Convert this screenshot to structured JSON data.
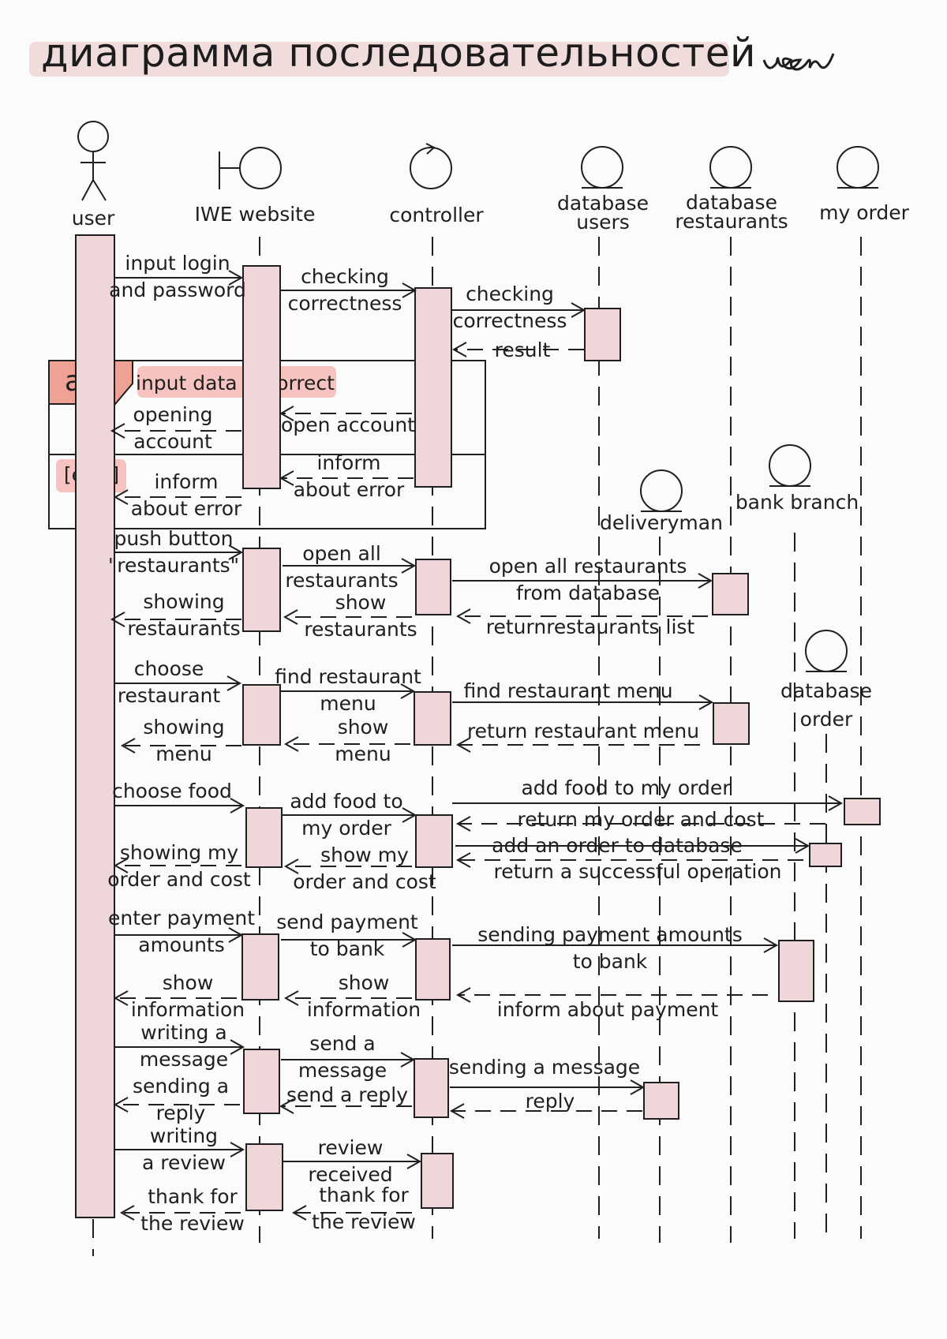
{
  "title": "диаграмма последовательностей",
  "signature": "user",
  "participants": {
    "user": "user",
    "website": "IWE website",
    "controller": "controller",
    "db_users": [
      "database",
      "users"
    ],
    "db_restaurants": [
      "database",
      "restaurants"
    ],
    "my_order": "my order",
    "deliveryman": "deliveryman",
    "bank_branch": "bank branch",
    "db_order": [
      "database",
      "order"
    ]
  },
  "fragment": {
    "operator": "alt",
    "guard": "input data is correct",
    "else_guard": "[else]"
  },
  "messages": {
    "login": [
      "input login",
      "and password"
    ],
    "check1": [
      "checking",
      "correctness"
    ],
    "check2": [
      "checking",
      "correctness"
    ],
    "result": "result",
    "open_account_ctrl": "open account",
    "opening_account": [
      "opening",
      "account"
    ],
    "inform_error_ctrl": [
      "inform",
      "about error"
    ],
    "inform_error_user": [
      "inform",
      "about error"
    ],
    "push_button": [
      "push button",
      "\"restaurants\""
    ],
    "open_all_rest": [
      "open all",
      "restaurants"
    ],
    "open_all_db": [
      "open all restaurants",
      "from database"
    ],
    "return_rest_list": "returnrestaurants list",
    "show_rest_ctrl": [
      "show",
      "restaurants"
    ],
    "showing_rest": [
      "showing",
      "restaurants"
    ],
    "choose_rest": [
      "choose",
      "restaurant"
    ],
    "find_rest_menu": [
      "find restaurant",
      "menu"
    ],
    "find_rest_menu_db": "find restaurant menu",
    "return_rest_menu": "return restaurant menu",
    "show_menu_ctrl": [
      "show",
      "menu"
    ],
    "showing_menu": [
      "showing",
      "menu"
    ],
    "choose_food": "choose food",
    "add_food": [
      "add food to",
      "my order"
    ],
    "add_food_order": "add food to my order",
    "return_order_cost": "return my order and cost",
    "add_order_db": "add an order to database",
    "return_success": "return a successful operation",
    "show_order_ctrl": [
      "show my",
      "order and cost"
    ],
    "showing_order": [
      "showing my",
      "order and cost"
    ],
    "enter_payment": [
      "enter payment",
      "amounts"
    ],
    "send_payment": [
      "send payment",
      "to bank"
    ],
    "sending_payment": [
      "sending payment amounts",
      "to bank"
    ],
    "inform_payment": "inform about payment",
    "show_info_ctrl": [
      "show",
      "information"
    ],
    "show_info_user": [
      "show",
      "information"
    ],
    "writing_message": [
      "writing a",
      "message"
    ],
    "send_message": [
      "send a",
      "message"
    ],
    "sending_message": "sending a message",
    "reply": "reply",
    "send_reply": "send a reply",
    "sending_reply": [
      "sending a",
      "reply"
    ],
    "writing_review": [
      "writing",
      "a review"
    ],
    "review_received": [
      "review",
      "received"
    ],
    "thank_ctrl": [
      "thank for",
      "the review"
    ],
    "thank_user": [
      "thank for",
      "the review"
    ]
  },
  "colors": {
    "activation_fill": "#efd7d9",
    "title_highlight": "#f1dcdc",
    "fragment_fill": "#efa193",
    "guard_fill": "#f6c3c0",
    "ink": "#1f1f1f"
  }
}
